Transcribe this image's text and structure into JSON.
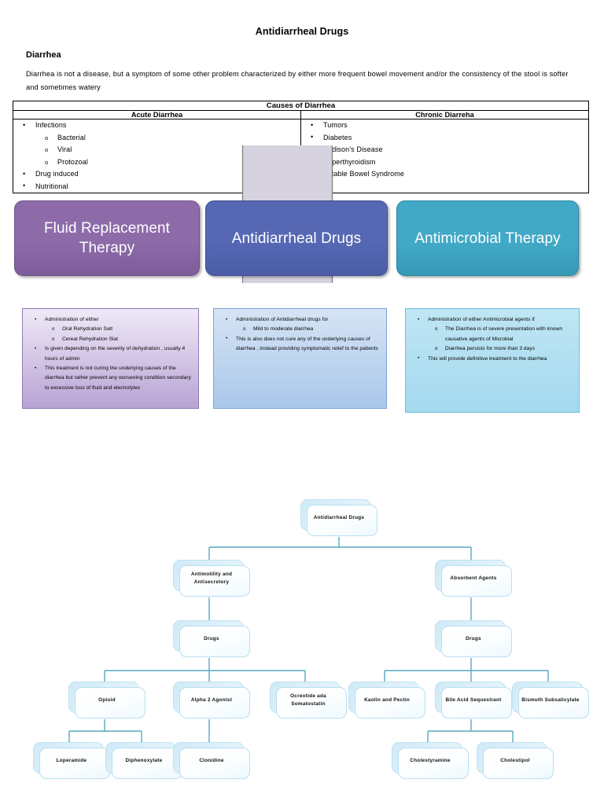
{
  "document": {
    "title": "Antidiarrheal Drugs",
    "section_heading": "Diarrhea",
    "intro": "Diarrhea is not a disease, but a symptom of some other problem characterized by either more frequent bowel movement and/or the consistency of the stool is softer and sometimes watery"
  },
  "causes_table": {
    "title": "Causes of Diarrhea",
    "columns": [
      "Acute Diarrhea",
      "Chronic Diarreha"
    ],
    "acute": [
      {
        "level": 1,
        "text": "Infections"
      },
      {
        "level": 2,
        "text": "Bacterial"
      },
      {
        "level": 2,
        "text": "Viral"
      },
      {
        "level": 2,
        "text": "Protozoal"
      },
      {
        "level": 1,
        "text": "Drug induced"
      },
      {
        "level": 1,
        "text": "Nutritional"
      }
    ],
    "chronic": [
      {
        "level": 1,
        "text": "Tumors"
      },
      {
        "level": 1,
        "text": "Diabetes"
      },
      {
        "level": 1,
        "text": "Addison’s Disease"
      },
      {
        "level": 1,
        "text": "Hyperthyroidism"
      },
      {
        "level": 1,
        "text": "Irritable Bowel Syndrome"
      }
    ]
  },
  "therapies": [
    {
      "label": "Fluid Replacement Therapy",
      "color": "#8d6ba9",
      "color_dark": "#7d5d99",
      "border": "#6d5189",
      "details_bg_top": "#efe9f7",
      "details_bg_bottom": "#b9a3d4",
      "details_border": "#8f7ab5",
      "details": [
        {
          "level": 1,
          "text": "Administration of either"
        },
        {
          "level": 2,
          "text": "Oral Rehydration Salt"
        },
        {
          "level": 2,
          "text": "Cereal Rehydration Slat"
        },
        {
          "level": 1,
          "text": "Is given depending on the severity of dehydration , usually 4 hours of admin"
        },
        {
          "level": 1,
          "text": "This treatment is not curing the underlying causes of the diarrhea but rather prevent any worsening condition secondary to excessive loss of fluid and electrolytes"
        }
      ]
    },
    {
      "label": "Antidiarrheal Drugs",
      "color": "#5668b4",
      "color_dark": "#4a5ca6",
      "border": "#3f5093",
      "details_bg_top": "#d6e4f5",
      "details_bg_bottom": "#a9c7ea",
      "details_border": "#7ba3d6",
      "details": [
        {
          "level": 1,
          "text": "Administration of Antidiarrheal drugs for"
        },
        {
          "level": 2,
          "text": "Mild to moderate diarrhea"
        },
        {
          "level": 1,
          "text": "This is also does not cure any of the underlying causes of diarrhea , instead providing symptomatic relief to the patients"
        }
      ]
    },
    {
      "label": "Antimicrobial Therapy",
      "color": "#41a9c6",
      "color_dark": "#3699b6",
      "border": "#2d87a3",
      "details_bg_top": "#bfe6f4",
      "details_bg_bottom": "#a4d9ef",
      "details_border": "#6dbfdf",
      "details": [
        {
          "level": 1,
          "text": "Administration of either Antimicrobial agents if"
        },
        {
          "level": 2,
          "text": "The Diarrhea is of severe presentation with known causative agents of Microbial"
        },
        {
          "level": 2,
          "text": "Diarrhea persists for more than 3 days"
        },
        {
          "level": 1,
          "text": "This will provide definitive treatment to the diarrhea"
        }
      ]
    }
  ],
  "arrow": {
    "fill": "#d7d2e0",
    "stroke": "#808080"
  },
  "flowchart": {
    "connector_color": "#57a8c4",
    "nodes": {
      "root": "Antidiarrheal Drugs",
      "antimotility": "Antimotility and Antisecretory",
      "absorbent": "Absorbent Agents",
      "drugs_left": "Drugs",
      "drugs_right": "Drugs",
      "opioid": "Opioid",
      "alpha2": "Alpha 2 Agonist",
      "ocreotide": "Ocreotide ada Somatostatin",
      "kaolin": "Kaolin and Pectin",
      "bile_acid": "Bile Acid Sequestrant",
      "bismuth": "Bismuth Subsalicylate",
      "loperamide": "Loperamide",
      "diphenoxylate": "Diphenoxylate",
      "clonidine": "Clonidine",
      "cholestyramine": "Cholestyramine",
      "cholestipol": "Cholestipol"
    }
  }
}
